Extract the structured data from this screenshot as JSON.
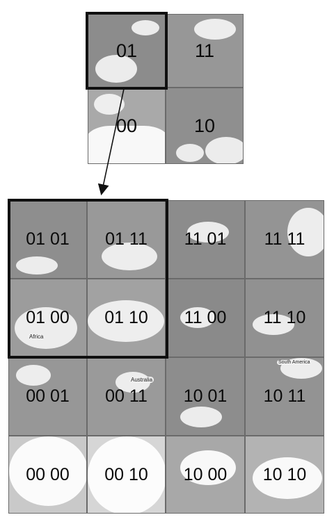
{
  "top_grid": {
    "tiles": [
      {
        "code": "01",
        "tone": "#8c8c8c"
      },
      {
        "code": "11",
        "tone": "#979797"
      },
      {
        "code": "00",
        "tone": "#a9a9a9"
      },
      {
        "code": "10",
        "tone": "#8f8f8f"
      }
    ]
  },
  "bottom_grid": {
    "rows": [
      [
        {
          "code": "01 01",
          "tone": "#8e8e8e"
        },
        {
          "code": "01 11",
          "tone": "#999999"
        },
        {
          "code": "11 01",
          "tone": "#8c8c8c"
        },
        {
          "code": "11 11",
          "tone": "#949494"
        }
      ],
      [
        {
          "code": "01 00",
          "tone": "#9c9c9c"
        },
        {
          "code": "01 10",
          "tone": "#a2a2a2"
        },
        {
          "code": "11 00",
          "tone": "#8a8a8a"
        },
        {
          "code": "11 10",
          "tone": "#919191"
        }
      ],
      [
        {
          "code": "00 01",
          "tone": "#979797"
        },
        {
          "code": "00 11",
          "tone": "#9a9a9a"
        },
        {
          "code": "10 01",
          "tone": "#8d8d8d"
        },
        {
          "code": "10 11",
          "tone": "#939393"
        }
      ],
      [
        {
          "code": "00 00",
          "tone": "#c9c9c9"
        },
        {
          "code": "00 10",
          "tone": "#d6d6d6"
        },
        {
          "code": "10 00",
          "tone": "#a8a8a8"
        },
        {
          "code": "10 10",
          "tone": "#b3b3b3"
        }
      ]
    ]
  },
  "map_labels": {
    "africa": "Africa",
    "australia": "Australia",
    "south_america": "South America"
  },
  "colors": {
    "highlight_border": "#101010",
    "arrow": "#111111"
  }
}
